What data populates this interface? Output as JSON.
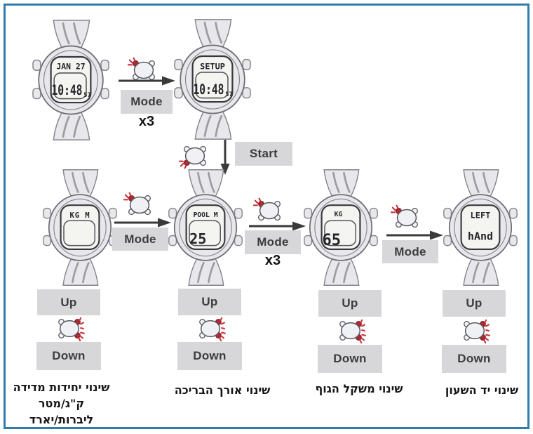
{
  "page": {
    "background": "#ffffff",
    "border_color": "#2f7da8"
  },
  "buttons": {
    "mode": "Mode",
    "start": "Start",
    "up": "Up",
    "down": "Down",
    "times3": "x3"
  },
  "watches": {
    "date_time": {
      "line1": "JAN 27",
      "line2": "10:48",
      "seconds": "57"
    },
    "setup": {
      "line1": "SETUP",
      "line2": "10:48",
      "seconds": "57"
    },
    "units": {
      "line1": "KG M",
      "line2": ""
    },
    "pool_length": {
      "line1": "POOL M",
      "line2": "25"
    },
    "body_weight": {
      "line1": "KG",
      "line2": "65"
    },
    "watch_hand": {
      "line1": "LEFT",
      "line2": "hAnd"
    }
  },
  "captions": {
    "units_line1": "שינוי יחידות מדידה",
    "units_line2": "ק\"ג/מטר  ליברות/יארד",
    "pool_length": "שינוי אורך הבריכה",
    "body_weight": "שינוי משקל הגוף",
    "watch_hand": "שינוי יד השעון"
  },
  "icons": {
    "mode_press": "watch-top-view, upper-left pusher pressed (red flash)",
    "start_press": "watch-top-view, lower-left pusher pressed (red flash)",
    "updown_press": "watch-top-view, right pushers pressed (red flash)",
    "arrow_right": "flow arrow right",
    "arrow_down": "flow arrow down"
  },
  "accent_colors": {
    "press_flash": "#c4333c",
    "label_box": "#d7d7da"
  }
}
